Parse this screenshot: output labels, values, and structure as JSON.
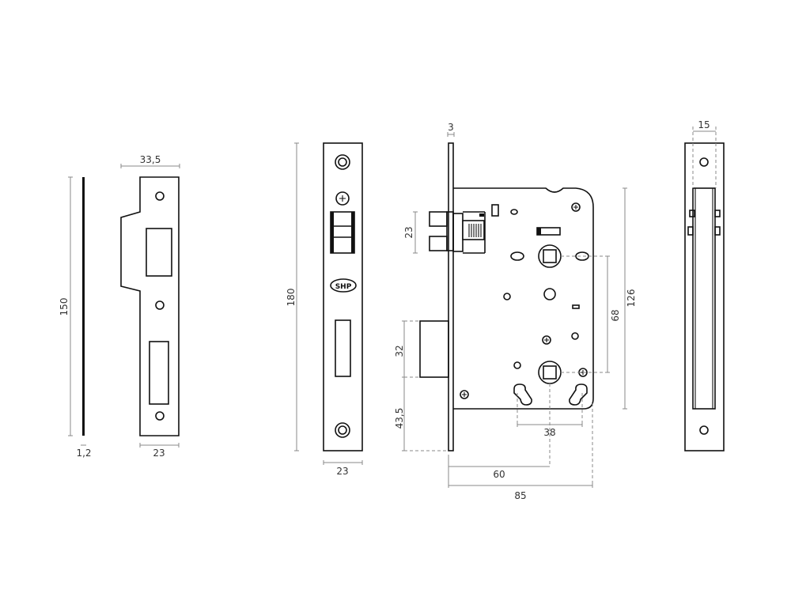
{
  "dimensions": {
    "strike_thickness": "1,2",
    "strike_height": "150",
    "strike_width": "23",
    "strike_lip_width": "33,5",
    "faceplate_height": "180",
    "faceplate_width": "23",
    "faceplate_thickness": "3",
    "latch_height": "23",
    "deadbolt_height": "32",
    "deadbolt_offset": "43,5",
    "centre_distance": "68",
    "case_height": "126",
    "keyhole_spacing": "38",
    "backset": "60",
    "case_depth": "85",
    "side_thickness": "15"
  },
  "logo_text": "SHP",
  "colors": {
    "line": "#111111",
    "dimension": "#888888",
    "text": "#333333",
    "background": "#ffffff"
  }
}
